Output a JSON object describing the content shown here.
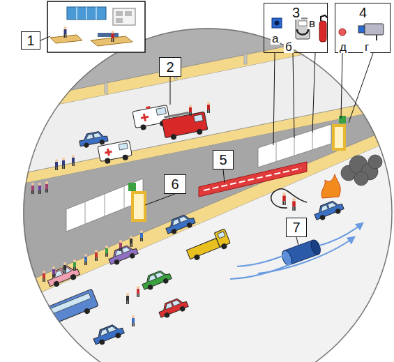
{
  "diagram": {
    "nodes": [
      {
        "text": [
          "1"
        ]
      },
      {
        "text": [
          "2"
        ]
      },
      {
        "text": [
          "3",
          "а",
          "б",
          "в"
        ]
      },
      {
        "text": [
          "4",
          "д",
          "г"
        ]
      },
      {
        "text": [
          "5"
        ]
      },
      {
        "text": [
          "6"
        ]
      },
      {
        "text": [
          "7"
        ]
      }
    ]
  }
}
